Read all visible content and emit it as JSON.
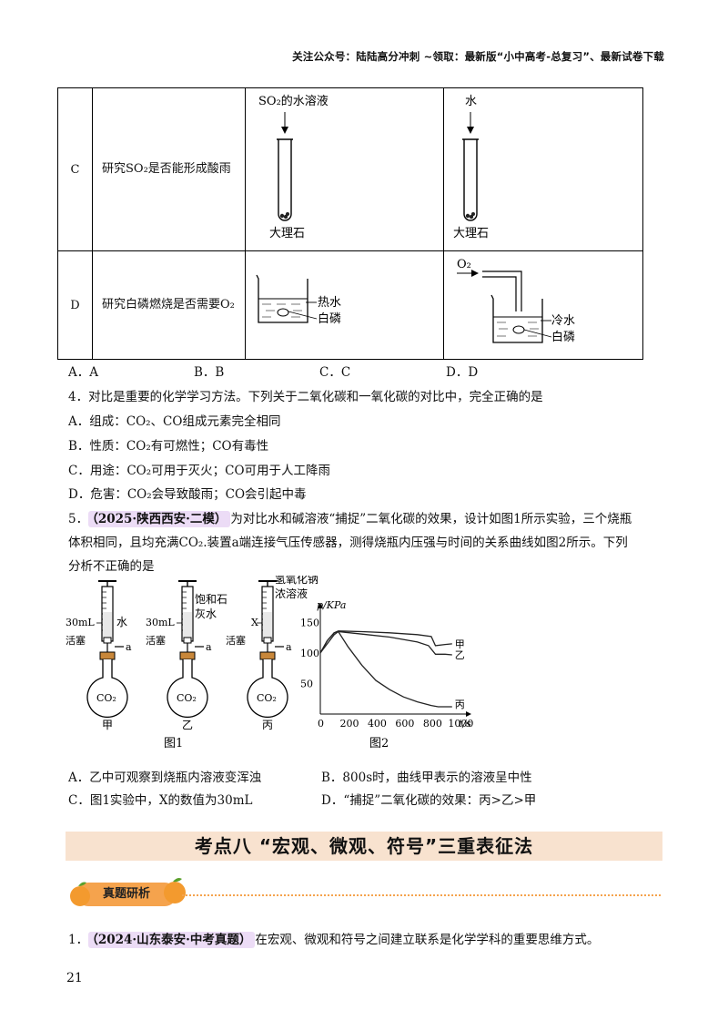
{
  "header": {
    "text": "关注公众号：陆陆高分冲刺 ~领取：最新版“小中高考-总复习”、最新试卷下载"
  },
  "table": {
    "rows": [
      {
        "label": "C",
        "text": "研究SO₂是否能形成酸雨",
        "left": {
          "top_label": "SO₂的水溶液",
          "bottom_label": "大理石"
        },
        "right": {
          "top_label": "水",
          "bottom_label": "大理石"
        }
      },
      {
        "label": "D",
        "text": "研究白磷燃烧是否需要O₂",
        "left": {
          "label1": "热水",
          "label2": "白磷"
        },
        "right": {
          "gas": "O₂",
          "label1": "冷水",
          "label2": "白磷"
        }
      }
    ]
  },
  "q3_options": [
    "A．A",
    "B．B",
    "C．C",
    "D．D"
  ],
  "q4": {
    "stem": "4．对比是重要的化学学习方法。下列关于二氧化碳和一氧化碳的对比中，完全正确的是",
    "options": [
      "A．组成：CO₂、CO组成元素完全相同",
      "B．性质：CO₂有可燃性；CO有毒性",
      "C．用途：CO₂可用于灭火；CO可用于人工降雨",
      "D．危害：CO₂会导致酸雨；CO会引起中毒"
    ]
  },
  "q5": {
    "num": "5．",
    "tag": "（2025·陕西西安·二模）",
    "stem_line1": "为对比水和碱溶液“捕捉”二氧化碳的效果，设计如图1所示实验，三个烧瓶",
    "stem_line2": "体积相同，且均充满CO₂.装置a端连接气压传感器，测得烧瓶内压强与时间的关系曲线如图2所示。下列",
    "stem_line3": "分析不正确的是",
    "options": [
      "A．乙中可观察到烧瓶内溶液变浑浊",
      "B．800s时，曲线甲表示的溶液呈中性",
      "C．图1实验中，X的数值为30mL",
      "D．“捕捉”二氧化碳的效果：丙>乙>甲"
    ],
    "fig1": {
      "caption": "图1",
      "flasks": [
        {
          "name": "甲",
          "reagent": "水",
          "volume": "30mL",
          "valve": "活塞",
          "port": "a",
          "gas": "CO₂"
        },
        {
          "name": "乙",
          "reagent": "饱和石灰水",
          "volume": "30mL",
          "valve": "活塞",
          "port": "a",
          "gas": "CO₂"
        },
        {
          "name": "丙",
          "reagent": "氢氧化钠浓溶液",
          "volume": "X",
          "valve": "活塞",
          "port": "a",
          "gas": "CO₂"
        }
      ]
    },
    "fig2": {
      "caption": "图2",
      "ylabel": "p/KPa",
      "xlabel": "t/s",
      "yticks": [
        "150",
        "100",
        "50"
      ],
      "xticks": [
        "0",
        "200",
        "400",
        "600",
        "800",
        "1000"
      ]
    }
  },
  "chart_data": {
    "type": "line",
    "xlabel": "t/s",
    "ylabel": "p/KPa",
    "xlim": [
      0,
      1050
    ],
    "ylim": [
      0,
      170
    ],
    "series": [
      {
        "name": "甲",
        "x": [
          0,
          50,
          100,
          130,
          300,
          500,
          700,
          800,
          830,
          900,
          950
        ],
        "y": [
          100,
          120,
          133,
          136,
          135,
          133,
          130,
          127,
          112,
          114,
          115
        ]
      },
      {
        "name": "乙",
        "x": [
          0,
          50,
          100,
          130,
          300,
          500,
          700,
          780,
          830,
          900,
          950
        ],
        "y": [
          100,
          120,
          133,
          135,
          131,
          126,
          118,
          112,
          98,
          98,
          97
        ]
      },
      {
        "name": "丙",
        "x": [
          0,
          50,
          100,
          130,
          200,
          300,
          400,
          500,
          600,
          700,
          800,
          850,
          950
        ],
        "y": [
          100,
          115,
          130,
          135,
          110,
          80,
          55,
          40,
          28,
          20,
          14,
          12,
          12
        ]
      }
    ]
  },
  "section": {
    "title": "考点八 “宏观、微观、符号”三重表征法"
  },
  "badge": {
    "text": "真题研析"
  },
  "q1": {
    "num": "1．",
    "tag": "（2024·山东泰安·中考真题）",
    "stem": "在宏观、微观和符号之间建立联系是化学学科的重要思维方式。"
  },
  "page_number": "21"
}
